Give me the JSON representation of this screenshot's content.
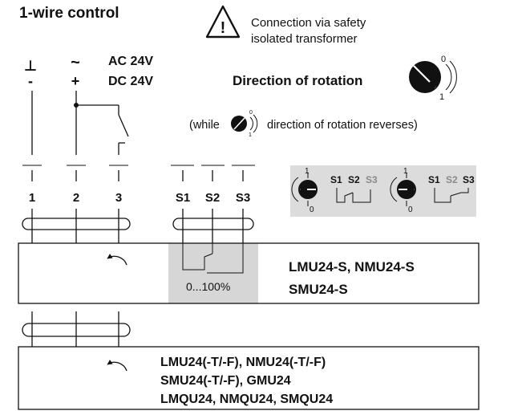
{
  "title": "1-wire control",
  "warning": {
    "line1": "Connection via safety",
    "line2": "isolated transformer"
  },
  "supply": {
    "ground_symbol": "⊥",
    "neutral_symbol": "-",
    "ac_symbol": "~",
    "plus_symbol": "+",
    "ac_label": "AC 24V",
    "dc_label": "DC 24V"
  },
  "rotation": {
    "title": "Direction of rotation",
    "note_prefix": "(while",
    "note_suffix": "direction of rotation reverses)",
    "pos_0": "0",
    "pos_1": "1"
  },
  "terminals": [
    "1",
    "2",
    "3",
    "S1",
    "S2",
    "S3"
  ],
  "switch_legend": {
    "left": {
      "s1": "S1",
      "s2": "S2",
      "s3": "S3",
      "top": "1",
      "bottom": "0"
    },
    "right": {
      "s1": "S1",
      "s2": "S2",
      "s3": "S3",
      "top": "1",
      "bottom": "0"
    }
  },
  "device_box_1": {
    "range": "0...100%",
    "line1": "LMU24-S, NMU24-S",
    "line2": "SMU24-S"
  },
  "device_box_2": {
    "line1": "LMU24(-T/-F), NMU24(-T/-F)",
    "line2": "SMU24(-T/-F), GMU24",
    "line3": "LMQU24, NMQU24, SMQU24"
  },
  "colors": {
    "line": "#111111",
    "legend_bg": "#dcdcdc",
    "switch_bg": "#d6d6d6",
    "inactive_label": "#8a8a8a"
  }
}
